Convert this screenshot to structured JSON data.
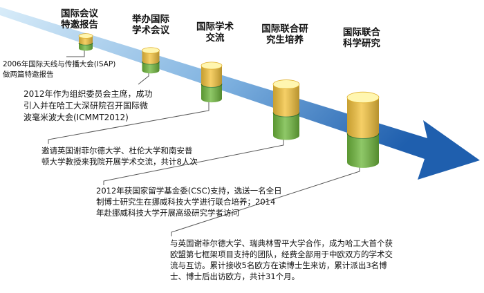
{
  "colors": {
    "arrow_dark": "#1f5fae",
    "arrow_light": "#d8ecf9",
    "cyl_top": "#fff6b0",
    "cyl_upper": "#f3c23c",
    "cyl_lower": "#6fb83d",
    "cyl_bottom": "#2f7e2a",
    "line": "#555555"
  },
  "milestones": [
    {
      "heading": "国际会议\n特邀报告",
      "description": "2006年国际天线与传播大会(ISAP)\n做两篇特邀报告"
    },
    {
      "heading": "举办国际\n学术会议",
      "description": "2012年作为组织委员会主席，成功\n引入并在哈工大深研院召开国际微\n波毫米波大会(ICMMT2012)"
    },
    {
      "heading": "国际学术\n交流",
      "description": "邀请英国谢菲尔德大学、杜伦大学和南安普\n顿大学教授来我院开展学术交流，共计8人次"
    },
    {
      "heading": "国际联合研\n究生培养",
      "description": "2012年获国家留学基金委(CSC)支持，选送一名全日\n制博士研究生在挪威科技大学进行联合培养；2014\n年赴挪威科技大学开展高级研究学者访问"
    },
    {
      "heading": "国际联合\n科学研究",
      "description": "与英国谢菲尔德大学、瑞典林雪平大学合作，成为哈工大首个获\n欧盟第七框架项目支持的团队，经费全部用于中欧双方的学术交\n流与互访。累计接收5名欧方在读博士生来访，累计派出3名博\n士、博士后出访欧方，共计31个月。"
    }
  ]
}
